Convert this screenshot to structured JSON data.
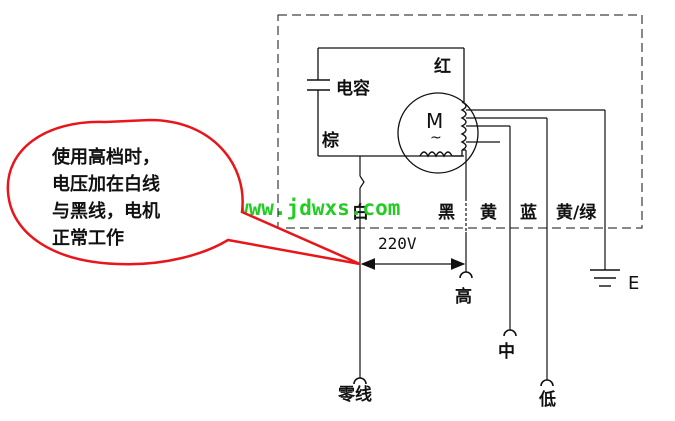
{
  "callout": {
    "lines": [
      "使用高档时，",
      "电压加在白线",
      "与黑线，电机",
      "正常工作"
    ]
  },
  "components": {
    "capacitor": "电容",
    "red_wire": "红",
    "brown_wire": "棕",
    "motor_symbol": "M",
    "motor_tilde": "~"
  },
  "wire_labels": {
    "white": "白",
    "black": "黑",
    "yellow": "黄",
    "blue": "蓝",
    "yellow_green": "黄/绿"
  },
  "voltage": "220V",
  "speed_terminals": {
    "high": "高",
    "medium": "中",
    "low": "低"
  },
  "neutral": "零线",
  "ground": "E",
  "watermark": "www.jdwxs.com",
  "colors": {
    "bubble_border": "#e8161b",
    "watermark": "#22cc22",
    "line": "#111111"
  }
}
